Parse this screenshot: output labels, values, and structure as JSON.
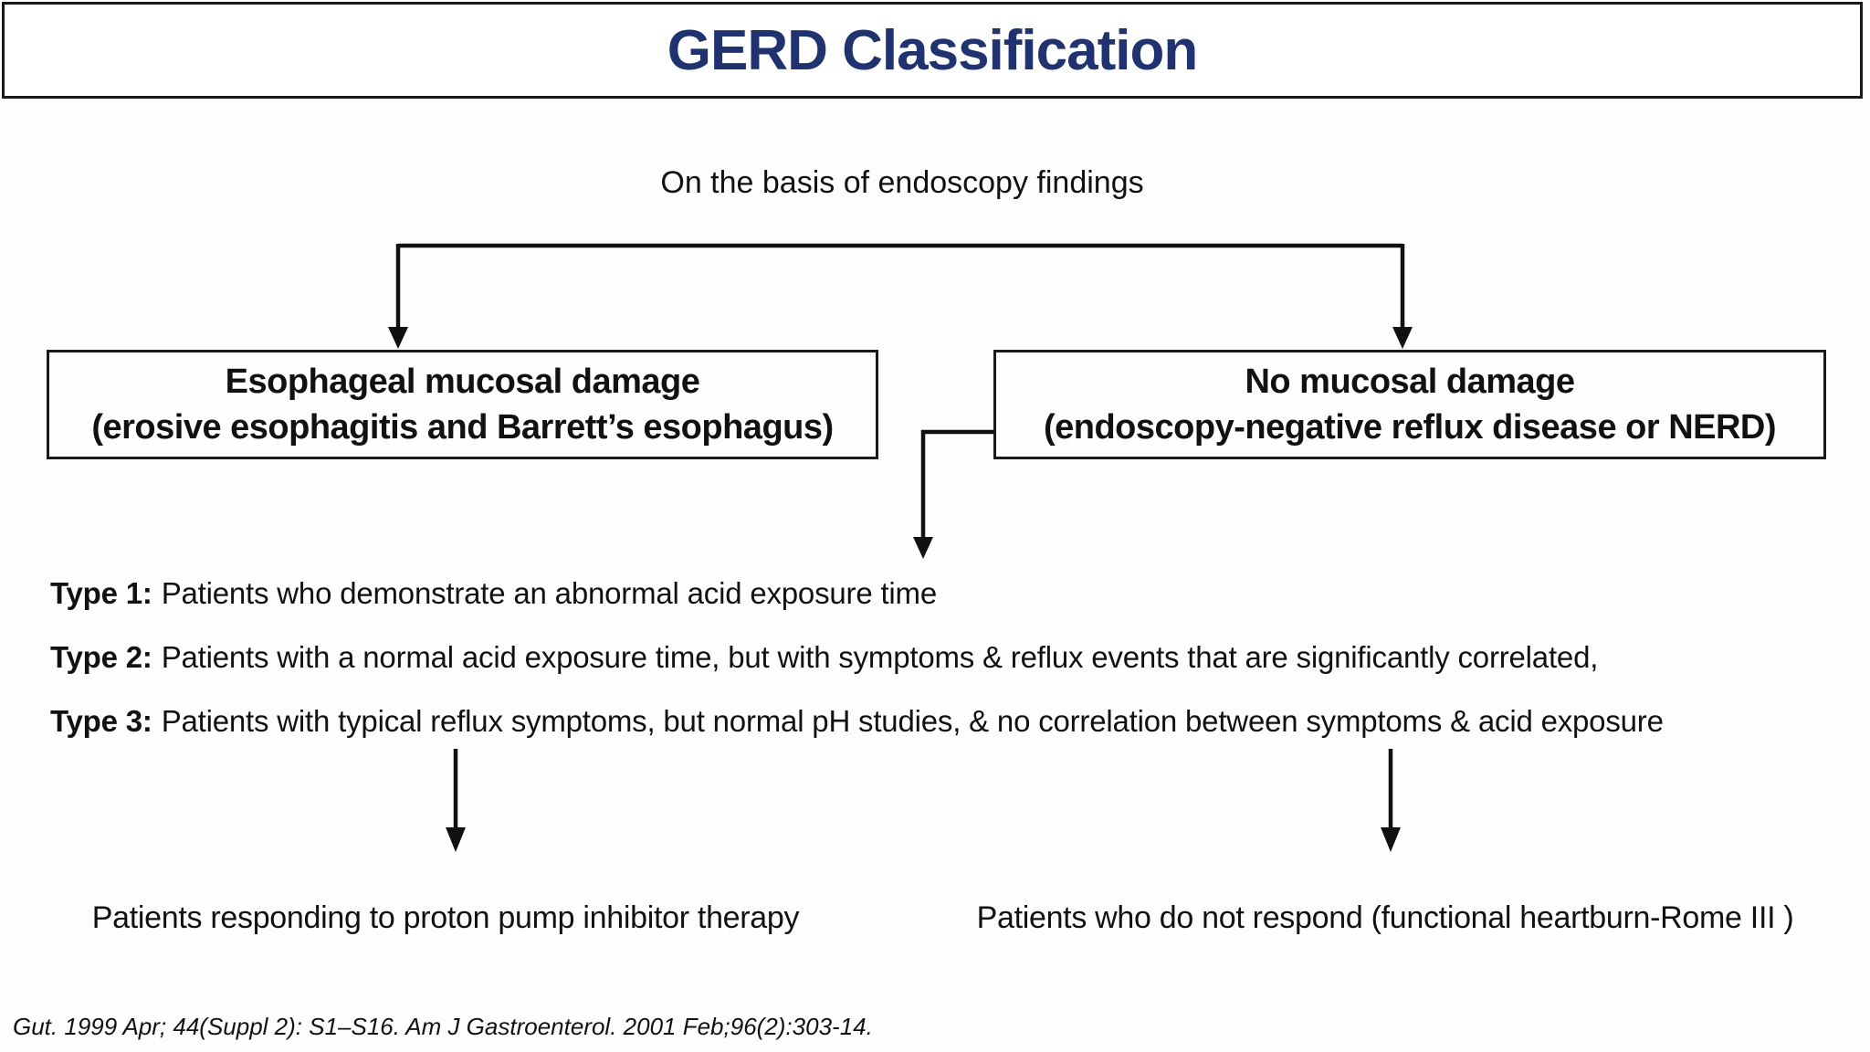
{
  "slide": {
    "title": "GERD Classification",
    "subtitle": "On the basis of endoscopy findings",
    "citation": "Gut. 1999 Apr; 44(Suppl 2): S1–S16. Am J Gastroenterol. 2001 Feb;96(2):303-14."
  },
  "boxes": {
    "left": {
      "line1": "Esophageal mucosal damage",
      "line2": "(erosive esophagitis and Barrett’s esophagus)"
    },
    "right": {
      "line1": "No mucosal damage",
      "line2": "(endoscopy-negative reflux disease or NERD)"
    }
  },
  "types": [
    {
      "label": "Type 1:",
      "text": "Patients who demonstrate an abnormal acid exposure time"
    },
    {
      "label": "Type 2:",
      "text": "Patients with a normal acid exposure time, but with symptoms & reflux events that are significantly correlated,"
    },
    {
      "label": "Type 3:",
      "text": "Patients with typical reflux symptoms, but normal pH studies, & no correlation between symptoms & acid exposure"
    }
  ],
  "outcomes": {
    "responders": "Patients responding to proton pump inhibitor therapy",
    "non_responders": "Patients who do not respond (functional heartburn-Rome III )"
  },
  "colors": {
    "title": "#1F3271",
    "text": "#111111",
    "line": "#111111"
  }
}
